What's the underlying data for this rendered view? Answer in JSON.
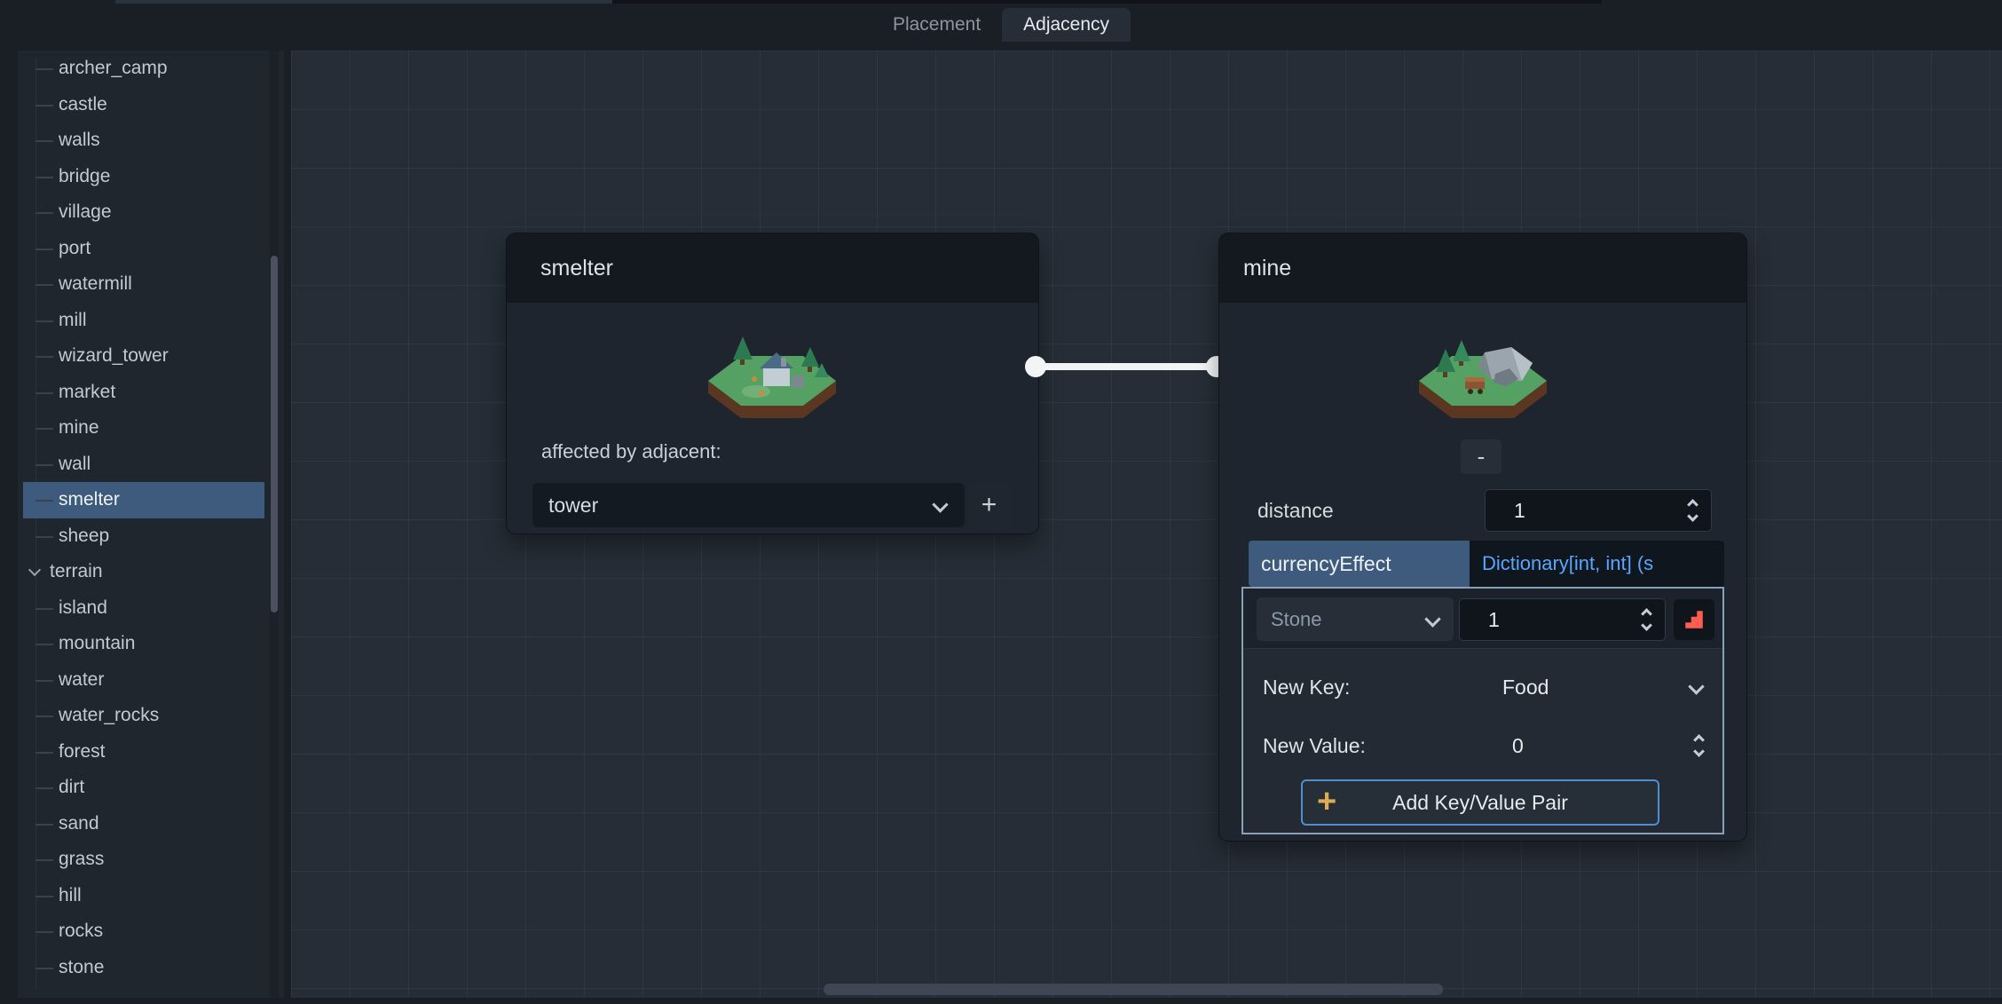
{
  "top_tabs": {
    "items": [
      {
        "label": "Placement",
        "selected": false
      },
      {
        "label": "Adjacency",
        "selected": true
      }
    ]
  },
  "sidebar": {
    "items": [
      {
        "label": "archer_camp"
      },
      {
        "label": "castle"
      },
      {
        "label": "walls"
      },
      {
        "label": "bridge"
      },
      {
        "label": "village"
      },
      {
        "label": "port"
      },
      {
        "label": "watermill"
      },
      {
        "label": "mill"
      },
      {
        "label": "wizard_tower"
      },
      {
        "label": "market"
      },
      {
        "label": "mine"
      },
      {
        "label": "wall"
      },
      {
        "label": "smelter",
        "selected": true
      },
      {
        "label": "sheep"
      },
      {
        "label": "terrain",
        "expandable": true
      },
      {
        "label": "island"
      },
      {
        "label": "mountain"
      },
      {
        "label": "water"
      },
      {
        "label": "water_rocks"
      },
      {
        "label": "forest"
      },
      {
        "label": "dirt"
      },
      {
        "label": "sand"
      },
      {
        "label": "grass"
      },
      {
        "label": "hill"
      },
      {
        "label": "rocks"
      },
      {
        "label": "stone"
      }
    ]
  },
  "nodes": {
    "smelter": {
      "title": "smelter",
      "affected_by_label": "affected by adjacent:",
      "adjacent_dropdown_value": "tower",
      "add_adjacent_button": "+"
    },
    "mine": {
      "title": "mine",
      "collapse_button": "-",
      "distance": {
        "label": "distance",
        "value": "1"
      },
      "currency_effect": {
        "label": "currencyEffect",
        "type": "Dictionary[int, int] (s"
      },
      "dict_editor": {
        "entry": {
          "key": "Stone",
          "value": "1"
        },
        "new_key_label": "New Key:",
        "new_key_value": "Food",
        "new_value_label": "New Value:",
        "new_value_value": "0",
        "add_pair_button": "Add Key/Value Pair"
      }
    }
  },
  "icons": {
    "add_pair_plus": "+"
  },
  "colors": {
    "accent_blue": "#4f8fd0",
    "selection_blue": "#3e5b7e",
    "type_link_blue": "#58a6ff",
    "remove_red": "#ff5d51",
    "add_amber": "#dcab53",
    "connection_white": "#f2f4f6"
  }
}
